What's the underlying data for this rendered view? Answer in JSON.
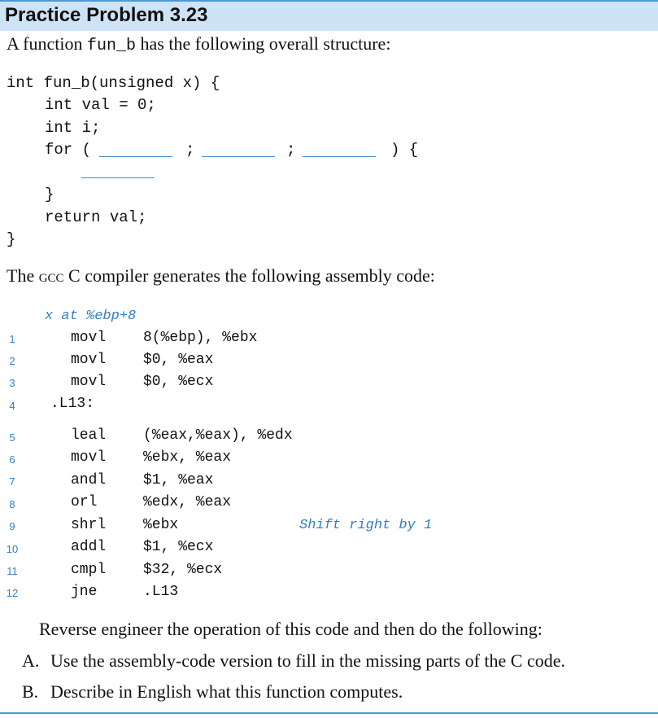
{
  "title": "Practice Problem 3.23",
  "intro": {
    "prefix": "A function ",
    "func": "fun_b",
    "suffix": " has the following overall structure:"
  },
  "c_code": {
    "line1": "int fun_b(unsigned x) {",
    "line2": "int val = 0;",
    "line3": "int i;",
    "for_kw": "for (",
    "semi1": ";",
    "semi2": ";",
    "close": ") {",
    "brace_inner": "}",
    "return_line": "return val;",
    "brace_outer": "}"
  },
  "heading2": {
    "prefix": "The ",
    "gcc": "gcc",
    "suffix": " C compiler generates the following assembly code:"
  },
  "asm": {
    "header_comment": "x at %ebp+8",
    "lines": [
      {
        "n": "1",
        "op": "movl",
        "arg": "8(%ebp), %ebx",
        "comment": ""
      },
      {
        "n": "2",
        "op": "movl",
        "arg": "$0, %eax",
        "comment": ""
      },
      {
        "n": "3",
        "op": "movl",
        "arg": "$0, %ecx",
        "comment": ""
      },
      {
        "n": "4",
        "label": ".L13:"
      },
      {
        "n": "5",
        "op": "leal",
        "arg": "(%eax,%eax), %edx",
        "comment": ""
      },
      {
        "n": "6",
        "op": "movl",
        "arg": "%ebx, %eax",
        "comment": ""
      },
      {
        "n": "7",
        "op": "andl",
        "arg": "$1, %eax",
        "comment": ""
      },
      {
        "n": "8",
        "op": "orl",
        "arg": "%edx, %eax",
        "comment": ""
      },
      {
        "n": "9",
        "op": "shrl",
        "arg": "%ebx",
        "comment": "Shift right by 1"
      },
      {
        "n": "10",
        "op": "addl",
        "arg": "$1, %ecx",
        "comment": ""
      },
      {
        "n": "11",
        "op": "cmpl",
        "arg": "$32, %ecx",
        "comment": ""
      },
      {
        "n": "12",
        "op": "jne",
        "arg": ".L13",
        "comment": ""
      }
    ]
  },
  "instructions": {
    "main": "Reverse engineer the operation of this code and then do the following:",
    "a_label": "A.",
    "a_text": "Use the assembly-code version to fill in the missing parts of the C code.",
    "b_label": "B.",
    "b_text": "Describe in English what this function computes."
  },
  "colors": {
    "accent": "#4a9ad8",
    "title_bg": "#cfe3f6",
    "comment": "#2f7fc8"
  }
}
